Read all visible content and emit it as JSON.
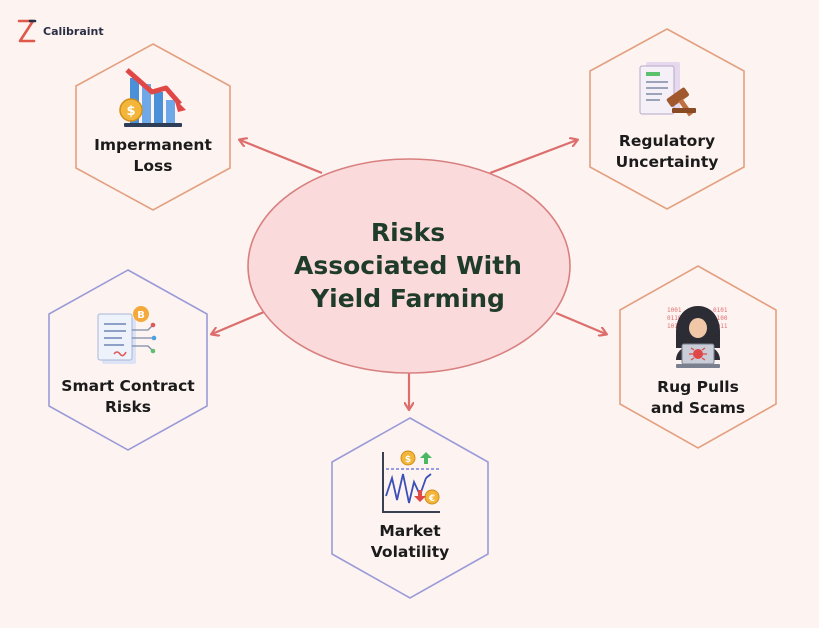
{
  "brand": {
    "name": "Calibraint"
  },
  "center": {
    "lines": [
      "Risks",
      "Associated With",
      "Yield Farming"
    ]
  },
  "risks": [
    {
      "id": "impermanent-loss",
      "lines": [
        "Impermanent",
        "Loss"
      ],
      "icon": "falling-bar-chart-coin-icon"
    },
    {
      "id": "regulatory-uncertainty",
      "lines": [
        "Regulatory",
        "Uncertainty"
      ],
      "icon": "document-gavel-icon"
    },
    {
      "id": "smart-contract-risks",
      "lines": [
        "Smart Contract",
        "Risks"
      ],
      "icon": "contract-bitcoin-circuit-icon"
    },
    {
      "id": "rug-pulls-and-scams",
      "lines": [
        "Rug Pulls",
        "and Scams"
      ],
      "icon": "hacker-laptop-icon"
    },
    {
      "id": "market-volatility",
      "lines": [
        "Market",
        "Volatility"
      ],
      "icon": "volatile-chart-coins-icon"
    }
  ],
  "colors": {
    "background": "#fdf3f1",
    "ellipse_fill": "#fadada",
    "ellipse_stroke": "#d88080",
    "arrow": "#dc6e6c",
    "hex_warm_stroke": "#e3a07f",
    "hex_cool_stroke": "#9b9bd8",
    "title_text": "#1f3b2a"
  }
}
